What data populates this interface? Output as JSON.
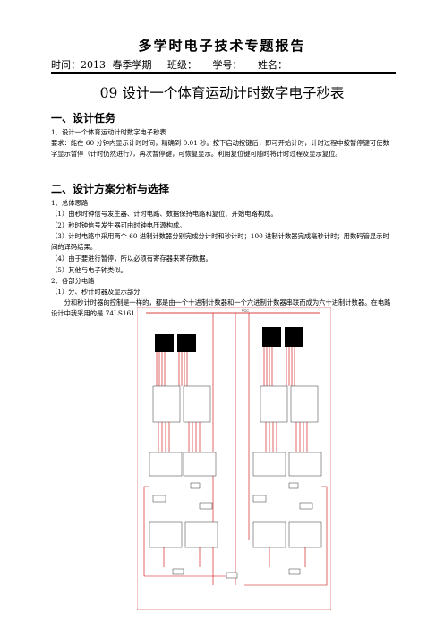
{
  "header": {
    "title": "多学时电子技术专题报告",
    "time": "时间：2013 春季学期",
    "class": "班级：",
    "student_id": "学号：",
    "name": "姓名："
  },
  "doc": {
    "title": "09 设计一个体育运动计时数字电子秒表"
  },
  "sections": [
    {
      "heading": "一、设计任务",
      "paras": [
        "1、设计一个体育运动计时数字电子秒表",
        "要求：能在 60 分钟内显示计时时间，精确到 0.01 秒。按下启动按键后，即可开始计时，计时过程中按暂停键可使数字显示暂停（计时仍然进行），再次暂停键，可恢复显示。利用复位键可随时将计时过程及显示复位。"
      ]
    },
    {
      "heading": "二、设计方案分析与选择",
      "paras": [
        "1、总体思路",
        "（1）由秒时钟信号发生器、计时电路、数据保持电路和复位、开始电路构成。",
        "（2）秒时钟信号发生器可由时钟电压源构成。",
        "（3）计时电路中采用两个 60 进制计数器分别完成分计时和秒计时；100 进制计数器完成毫秒计时；用数码管显示时间的译码结果。",
        "（4）由于要进行暂停，所以必须有寄存器来寄存数据。",
        "（5）其他与电子钟类似。",
        "2、各部分电路",
        "（1）分、秒计时器及显示部分",
        "分和秒计时器的控制是一样的，都是由一个十进制计数器和一个六进制计数器串联而成为六十进制计数器。在电路设计中我采用的是 74LS161 反馈预置法来实现十进制与六进制功能。电路如下："
      ]
    }
  ]
}
